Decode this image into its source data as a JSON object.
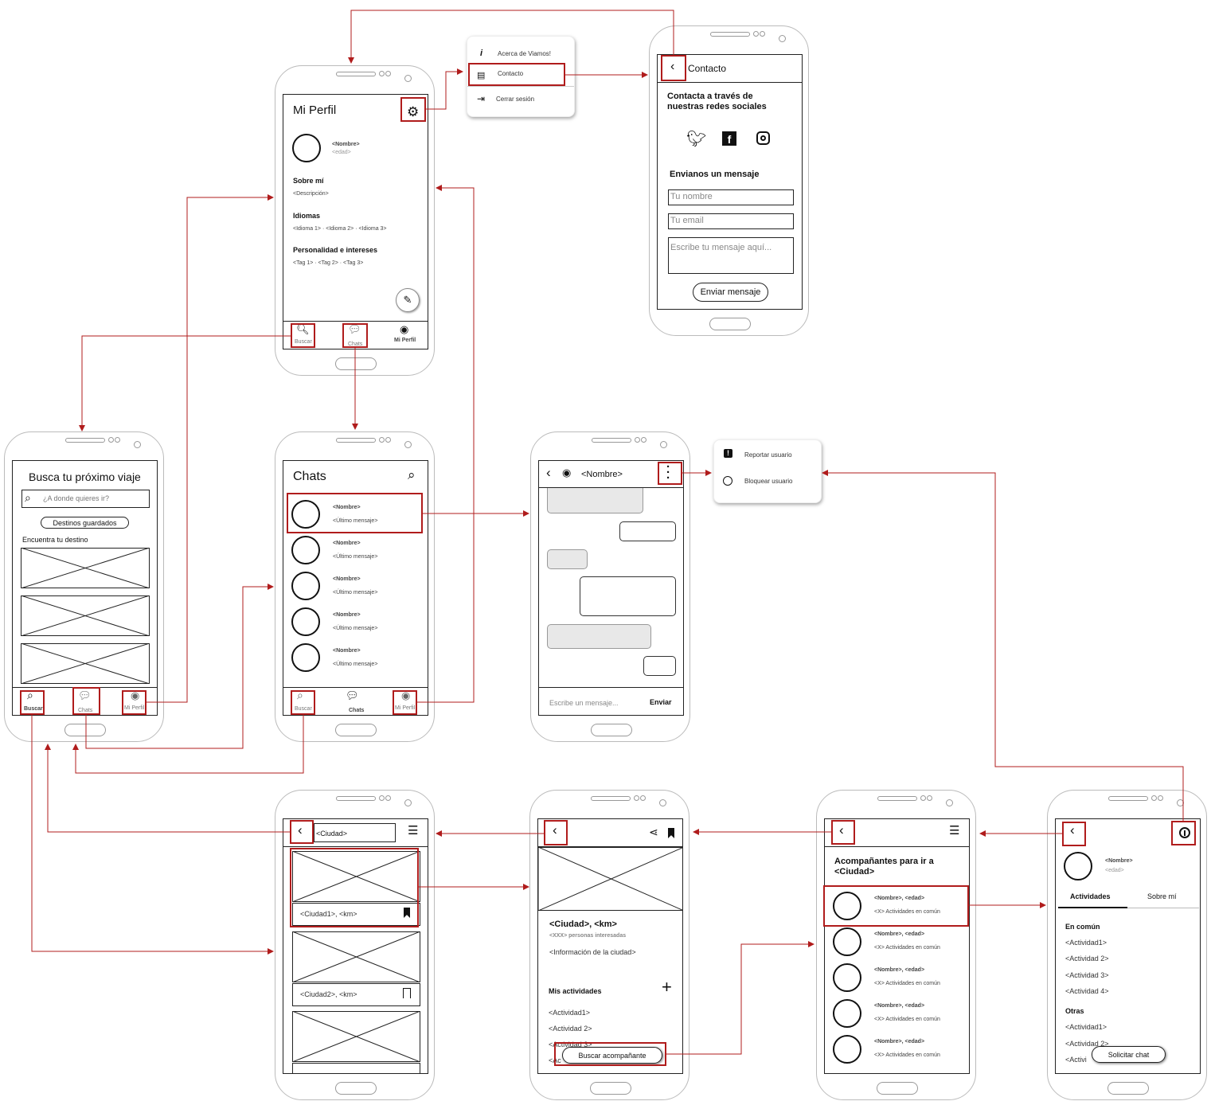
{
  "profile": {
    "title": "Mi Perfil",
    "name": "<Nombre>",
    "age": "<edad>",
    "about_title": "Sobre mí",
    "about_value": "<Descripción>",
    "lang_title": "Idiomas",
    "lang_value": "<Idioma 1> · <Idioma 2> · <Idioma 3>",
    "pers_title": "Personalidad e intereses",
    "pers_value": "<Tag 1> · <Tag 2> · <Tag 3>"
  },
  "nav": {
    "search": "Buscar",
    "chats": "Chats",
    "profile": "Mi Perfil"
  },
  "settings_menu": {
    "about": "Acerca de Viamos!",
    "contact": "Contacto",
    "logout": "Cerrar sesión"
  },
  "contact": {
    "title": "Contacto",
    "heading": "Contacta a través de nuestras redes sociales",
    "msg_title": "Envianos un mensaje",
    "name_placeholder": "Tu nombre",
    "email_placeholder": "Tu email",
    "message_placeholder": "Escribe tu mensaje aquí...",
    "send": "Enviar mensaje"
  },
  "search": {
    "title": "Busca tu próximo viaje",
    "placeholder": "¿A donde quieres ir?",
    "saved": "Destinos guardados",
    "find": "Encuentra tu destino"
  },
  "chats": {
    "title": "Chats",
    "items": [
      {
        "name": "<Nombre>",
        "msg": "<Último mensaje>"
      },
      {
        "name": "<Nombre>",
        "msg": "<Último mensaje>"
      },
      {
        "name": "<Nombre>",
        "msg": "<Último mensaje>"
      },
      {
        "name": "<Nombre>",
        "msg": "<Último mensaje>"
      },
      {
        "name": "<Nombre>",
        "msg": "<Último mensaje>"
      }
    ]
  },
  "conversation": {
    "name": "<Nombre>",
    "placeholder": "Escribe un mensaje...",
    "send": "Enviar"
  },
  "user_menu": {
    "report": "Reportar usuario",
    "block": "Bloquear usuario"
  },
  "city_list": {
    "search_value": "<Ciudad>",
    "item1": "<Ciudad1>, <km>",
    "item2": "<Ciudad2>, <km>"
  },
  "city_detail": {
    "title": "<Ciudad>, <km>",
    "interested": "<XXX> personas interesadas",
    "info": "<Información de la ciudad>",
    "activities_title": "Mis actividades",
    "act1": "<Actividad1>",
    "act2": "<Actividad 2>",
    "act3": "<Actividad 3>",
    "act4": "<Ac",
    "find_button": "Buscar acompañante"
  },
  "companions": {
    "title": "Acompañantes para ir a <Ciudad>",
    "items": [
      {
        "name": "<Nombre>, <edad>",
        "common": "<X> Actividades en común"
      },
      {
        "name": "<Nombre>, <edad>",
        "common": "<X> Actividades en común"
      },
      {
        "name": "<Nombre>, <edad>",
        "common": "<X> Actividades en común"
      },
      {
        "name": "<Nombre>, <edad>",
        "common": "<X> Actividades en común"
      },
      {
        "name": "<Nombre>, <edad>",
        "common": "<X> Actividades en común"
      }
    ]
  },
  "companion_profile": {
    "name": "<Nombre>",
    "age": "<edad>",
    "tab_activities": "Actividades",
    "tab_about": "Sobre mí",
    "common_title": "En común",
    "common": [
      "<Actividad1>",
      "<Actividad 2>",
      "<Actividad 3>",
      "<Actividad 4>"
    ],
    "others_title": "Otras",
    "others": [
      "<Actividad1>",
      "<Actividad 2>",
      "<Activi"
    ],
    "request": "Solicitar chat"
  },
  "colors": {
    "highlight": "#b01c1c",
    "arrow": "#b01c1c"
  }
}
